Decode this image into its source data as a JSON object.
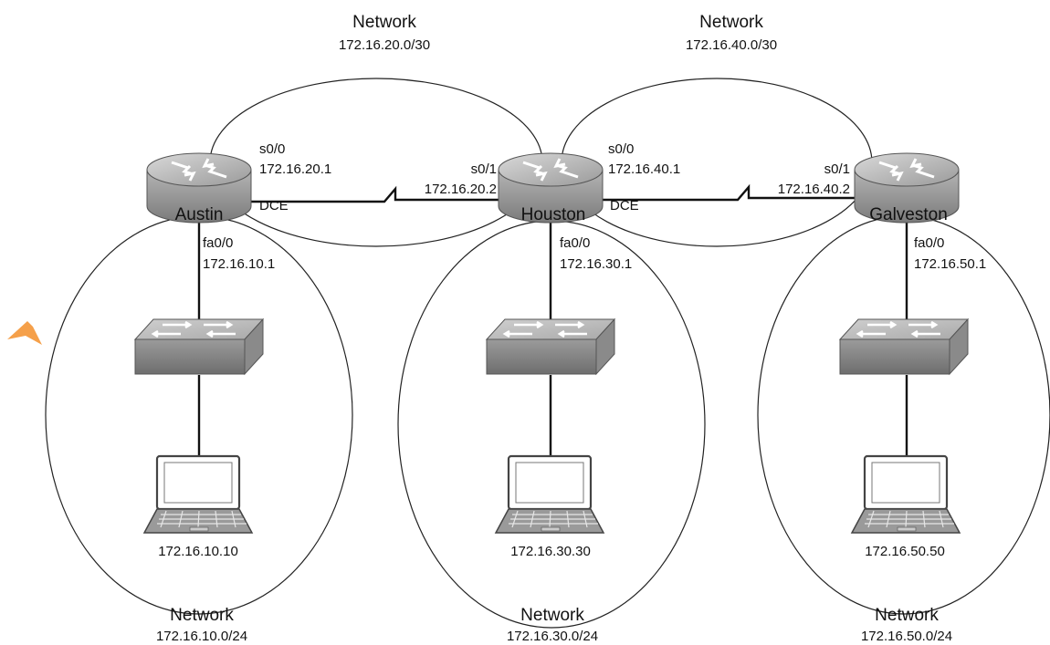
{
  "colors": {
    "ink": "#111111",
    "accent": "#f5a04a"
  },
  "networks": {
    "top_left": {
      "title": "Network",
      "address": "172.16.20.0/30"
    },
    "top_right": {
      "title": "Network",
      "address": "172.16.40.0/30"
    },
    "bottom_left": {
      "title": "Network",
      "address": "172.16.10.0/24"
    },
    "bottom_center": {
      "title": "Network",
      "address": "172.16.30.0/24"
    },
    "bottom_right": {
      "title": "Network",
      "address": "172.16.50.0/24"
    }
  },
  "routers": {
    "austin": {
      "name": "Austin",
      "serial": {
        "port": "s0/0",
        "ip": "172.16.20.1",
        "dce": "DCE"
      },
      "fast": {
        "port": "fa0/0",
        "ip": "172.16.10.1"
      }
    },
    "houston": {
      "name": "Houston",
      "serial_in": {
        "port": "s0/1",
        "ip": "172.16.20.2"
      },
      "serial_out": {
        "port": "s0/0",
        "ip": "172.16.40.1",
        "dce": "DCE"
      },
      "fast": {
        "port": "fa0/0",
        "ip": "172.16.30.1"
      }
    },
    "galveston": {
      "name": "Galveston",
      "serial_in": {
        "port": "s0/1",
        "ip": "172.16.40.2"
      },
      "fast": {
        "port": "fa0/0",
        "ip": "172.16.50.1"
      }
    }
  },
  "hosts": {
    "austin_pc": "172.16.10.10",
    "houston_pc": "172.16.30.30",
    "galveston_pc": "172.16.50.50"
  }
}
